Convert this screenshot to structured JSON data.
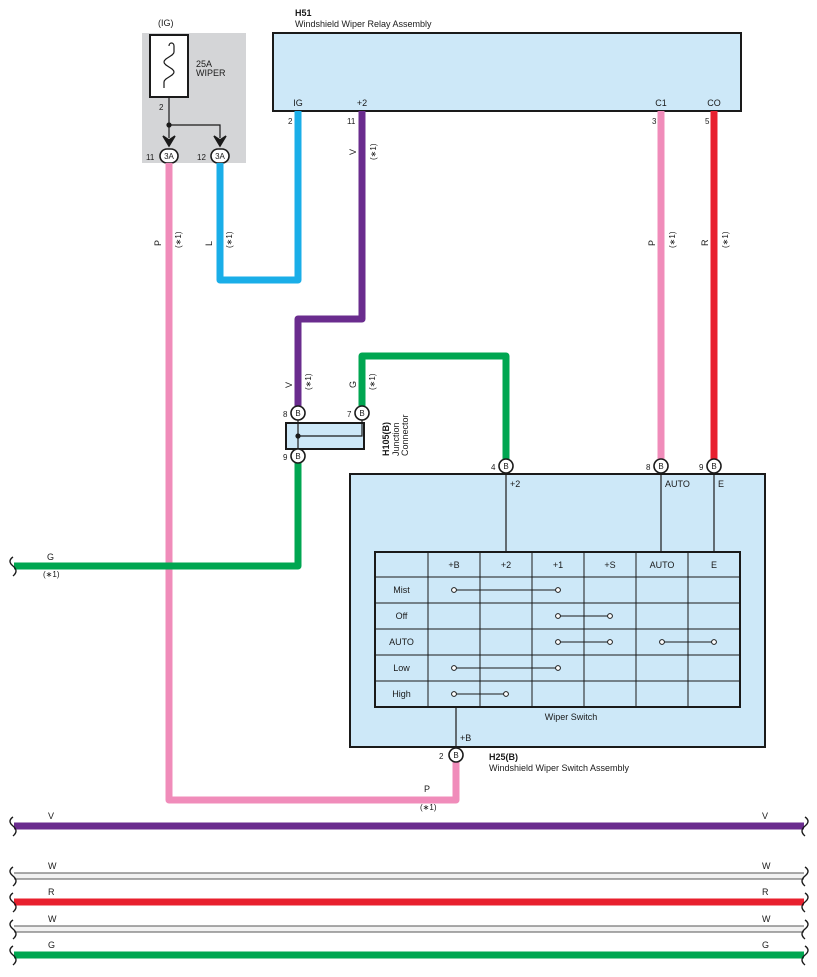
{
  "colors": {
    "pink": "#f08cba",
    "blue": "#1aaee8",
    "violet": "#6a2c8e",
    "green": "#00a651",
    "red": "#e8202e",
    "white_wire": "#f2f2f2",
    "component_fill": "#cde8f8",
    "fuse_box_fill": "#d4d5d7"
  },
  "fuse": {
    "source_label": "(IG)",
    "rating": "25A",
    "name": "WIPER",
    "pin": "2",
    "connectors": [
      {
        "pin": "11",
        "code": "3A"
      },
      {
        "pin": "12",
        "code": "3A"
      }
    ]
  },
  "relay": {
    "code": "H51",
    "name": "Windshield Wiper Relay Assembly",
    "terminals": [
      {
        "name": "IG",
        "pin": "2"
      },
      {
        "name": "+2",
        "pin": "11"
      },
      {
        "name": "C1",
        "pin": "3"
      },
      {
        "name": "CO",
        "pin": "5"
      }
    ]
  },
  "junction": {
    "code": "H105(B)",
    "name": "Junction Connector",
    "pins": [
      {
        "pin": "8",
        "code": "B"
      },
      {
        "pin": "7",
        "code": "B"
      },
      {
        "pin": "9",
        "code": "B"
      }
    ]
  },
  "switch_assembly": {
    "code": "H25(B)",
    "name": "Windshield Wiper Switch Assembly",
    "table_caption": "Wiper Switch",
    "top_terminals": [
      {
        "pin": "4",
        "code": "B",
        "name": "+2"
      },
      {
        "pin": "8",
        "code": "B",
        "name": "AUTO"
      },
      {
        "pin": "9",
        "code": "B",
        "name": "E"
      }
    ],
    "bottom_terminal": {
      "pin": "2",
      "code": "B",
      "name": "+B"
    },
    "columns": [
      "+B",
      "+2",
      "+1",
      "+S",
      "AUTO",
      "E"
    ],
    "rows": [
      {
        "label": "Mist",
        "links": [
          [
            0,
            2
          ]
        ]
      },
      {
        "label": "Off",
        "links": [
          [
            2,
            3
          ]
        ]
      },
      {
        "label": "AUTO",
        "links": [
          [
            2,
            3
          ],
          [
            4,
            5
          ]
        ]
      },
      {
        "label": "Low",
        "links": [
          [
            0,
            2
          ]
        ]
      },
      {
        "label": "High",
        "links": [
          [
            0,
            1
          ]
        ]
      }
    ]
  },
  "wire_labels": {
    "p_fuse": "P",
    "l_fuse": "L",
    "v_relay": "V",
    "p_relay": "P",
    "r_relay": "R",
    "v_junction": "V",
    "g_junction": "G",
    "g_left": "G",
    "p_bottom": "P",
    "note": "(∗1)"
  },
  "bus_lines": [
    {
      "label": "V",
      "color": "violet"
    },
    {
      "label": "W",
      "color": "white_wire"
    },
    {
      "label": "R",
      "color": "red"
    },
    {
      "label": "W",
      "color": "white_wire"
    },
    {
      "label": "G",
      "color": "green"
    }
  ]
}
